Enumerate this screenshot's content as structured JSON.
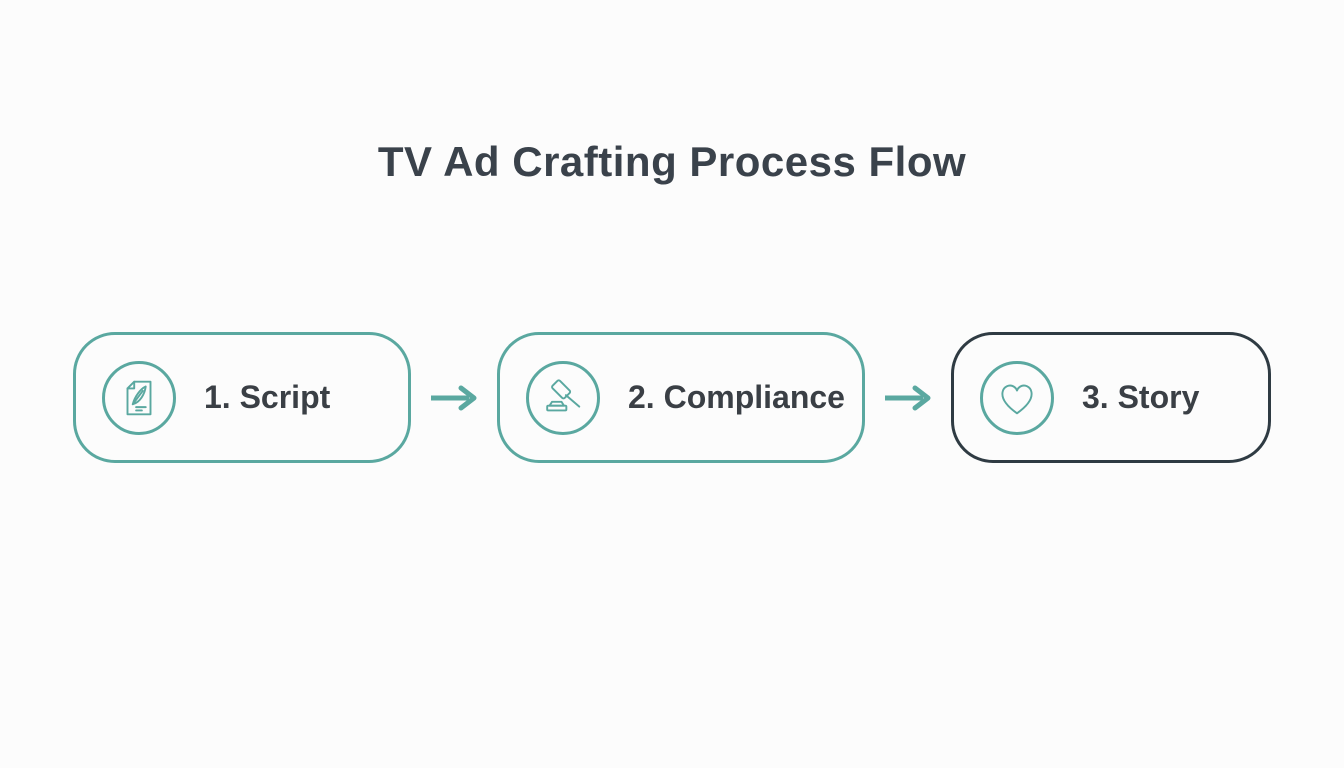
{
  "title": "TV Ad Crafting Process Flow",
  "colors": {
    "teal": "#5AA8A0",
    "dark": "#2F3B43",
    "title_text": "#3A424B",
    "label_text": "#3A3F45",
    "background": "#FCFCFC"
  },
  "steps": [
    {
      "label": "1. Script",
      "icon": "quill-document-icon",
      "border": "teal"
    },
    {
      "label": "2. Compliance",
      "icon": "gavel-icon",
      "border": "teal"
    },
    {
      "label": "3. Story",
      "icon": "heart-icon",
      "border": "dark"
    }
  ],
  "connectors": [
    {
      "icon": "arrow-right-icon"
    },
    {
      "icon": "arrow-right-icon"
    }
  ]
}
